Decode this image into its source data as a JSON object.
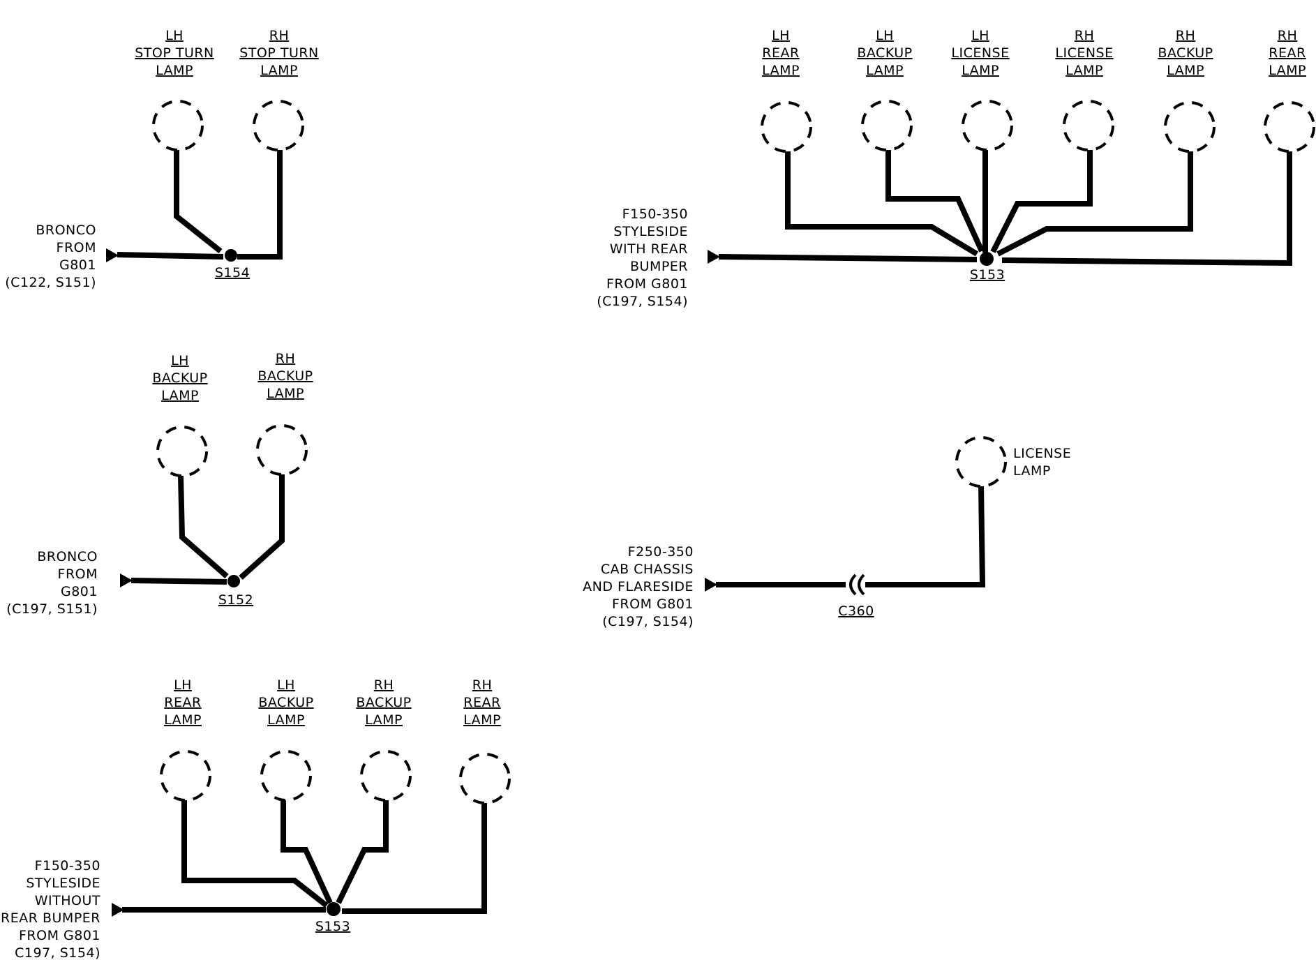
{
  "diagrams": {
    "bronco_stop_turn": {
      "source": [
        "BRONCO",
        "FROM",
        "G801",
        "(C122, S151)"
      ],
      "splice": "S154",
      "lamps": [
        {
          "lines": [
            "LH",
            "STOP TURN",
            "LAMP"
          ]
        },
        {
          "lines": [
            "RH",
            "STOP TURN",
            "LAMP"
          ]
        }
      ]
    },
    "bronco_backup": {
      "source": [
        "BRONCO",
        "FROM",
        "G801",
        "(C197, S151)"
      ],
      "splice": "S152",
      "lamps": [
        {
          "lines": [
            "LH",
            "BACKUP",
            "LAMP"
          ]
        },
        {
          "lines": [
            "RH",
            "BACKUP",
            "LAMP"
          ]
        }
      ]
    },
    "f150_without_bumper": {
      "source": [
        "F150-350",
        "STYLESIDE",
        "WITHOUT",
        "REAR BUMPER",
        "FROM G801",
        "C197, S154)"
      ],
      "splice": "S153",
      "lamps": [
        {
          "lines": [
            "LH",
            "REAR",
            "LAMP"
          ]
        },
        {
          "lines": [
            "LH",
            "BACKUP",
            "LAMP"
          ]
        },
        {
          "lines": [
            "RH",
            "BACKUP",
            "LAMP"
          ]
        },
        {
          "lines": [
            "RH",
            "REAR",
            "LAMP"
          ]
        }
      ]
    },
    "f150_with_bumper": {
      "source": [
        "F150-350",
        "STYLESIDE",
        "WITH REAR",
        "BUMPER",
        "FROM G801",
        "(C197, S154)"
      ],
      "splice": "S153",
      "lamps": [
        {
          "lines": [
            "LH",
            "REAR",
            "LAMP"
          ]
        },
        {
          "lines": [
            "LH",
            "BACKUP",
            "LAMP"
          ]
        },
        {
          "lines": [
            "LH",
            "LICENSE",
            "LAMP"
          ]
        },
        {
          "lines": [
            "RH",
            "LICENSE",
            "LAMP"
          ]
        },
        {
          "lines": [
            "RH",
            "BACKUP",
            "LAMP"
          ]
        },
        {
          "lines": [
            "RH",
            "REAR",
            "LAMP"
          ]
        }
      ]
    },
    "f250_cab_chassis": {
      "source": [
        "F250-350",
        "CAB CHASSIS",
        "AND FLARESIDE",
        "FROM G801",
        "(C197, S154)"
      ],
      "connector": "C360",
      "lamp": {
        "lines": [
          "LICENSE",
          "LAMP"
        ]
      }
    }
  }
}
